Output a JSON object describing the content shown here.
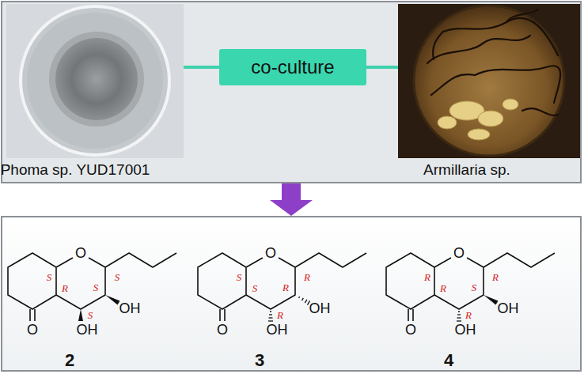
{
  "diagram": {
    "nodes": [
      {
        "text": [
          "Phoma sp. YUD17001",
          "Armillaria sp."
        ]
      },
      {
        "text": [
          "co-culture"
        ],
        "in": 0
      },
      {
        "text": [
          "2",
          "3",
          "4"
        ]
      }
    ],
    "edges": [
      {
        "from": 0,
        "to": 2,
        "arrow": "to"
      }
    ],
    "labels": [
      "O",
      "O",
      "OH",
      "OH",
      "S",
      "S",
      "R",
      "S",
      "S",
      "O",
      "O",
      "OH",
      "OH",
      "S",
      "R",
      "S",
      "R",
      "R",
      "O",
      "O",
      "OH",
      "OH",
      "R",
      "R",
      "R",
      "R",
      "S"
    ]
  }
}
